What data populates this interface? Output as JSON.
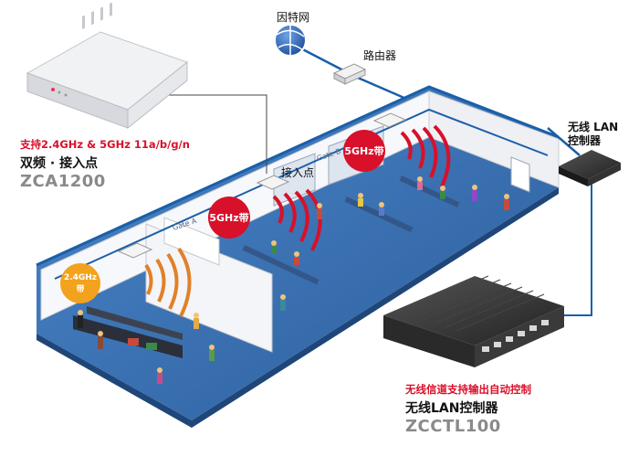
{
  "labels": {
    "internet": "因特网",
    "router": "路由器",
    "lan_controller_top_line1": "无线 LAN",
    "lan_controller_top_line2": "控制器",
    "access_point": "接入点",
    "ap_spec": "支持2.4GHz & 5GHz 11a/b/g/n",
    "ap_title": "双频 · 接入点",
    "ap_model": "ZCA1200",
    "ctrl_spec": "无线信道支持输出自动控制",
    "ctrl_title": "无线LAN控制器",
    "ctrl_model": "ZCCTL100"
  },
  "bands": {
    "left_24": "2.4GHz带",
    "mid_5": "5GHz带",
    "right_5": "5GHz带"
  },
  "signs": {
    "gate_a": "Gate A",
    "gate_b": "Gate B"
  },
  "colors": {
    "network_line": "#1a5fa8",
    "floor": "#3a73b8",
    "band_red": "#d8102a",
    "band_orange": "#f3a21e",
    "text_red": "#d8102a"
  }
}
